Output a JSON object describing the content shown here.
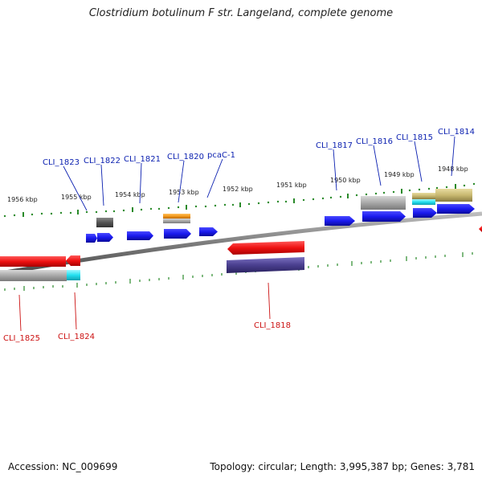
{
  "title": "Clostridium botulinum F str. Langeland, complete genome",
  "footer": {
    "accession": "Accession: NC_009699",
    "summary": "Topology: circular; Length: 3,995,387 bp; Genes: 3,781"
  },
  "kbp_labels": [
    "1956 kbp",
    "1955 kbp",
    "1954 kbp",
    "1953 kbp",
    "1952 kbp",
    "1951 kbp",
    "1950 kbp",
    "1949 kbp",
    "1948 kbp"
  ],
  "genes_forward": [
    "CLI_1823",
    "CLI_1822",
    "CLI_1821",
    "CLI_1820",
    "pcaC-1",
    "CLI_1817",
    "CLI_1816",
    "CLI_1815",
    "CLI_1814"
  ],
  "genes_reverse": [
    "CLI_1825",
    "CLI_1824",
    "CLI_1818"
  ],
  "colors": {
    "forward_gene": "#1a1aee",
    "reverse_gene": "#ee1111",
    "backbone": "#8a8a8a",
    "tick": "#2a8a2a",
    "cog_orange": "#f39a1b",
    "cog_grey": "#a8a8a8",
    "cog_dark": "#555555",
    "cog_cyan": "#22e0f0",
    "cog_olive": "#c8b870",
    "cog_navy": "#4a3f8f"
  }
}
